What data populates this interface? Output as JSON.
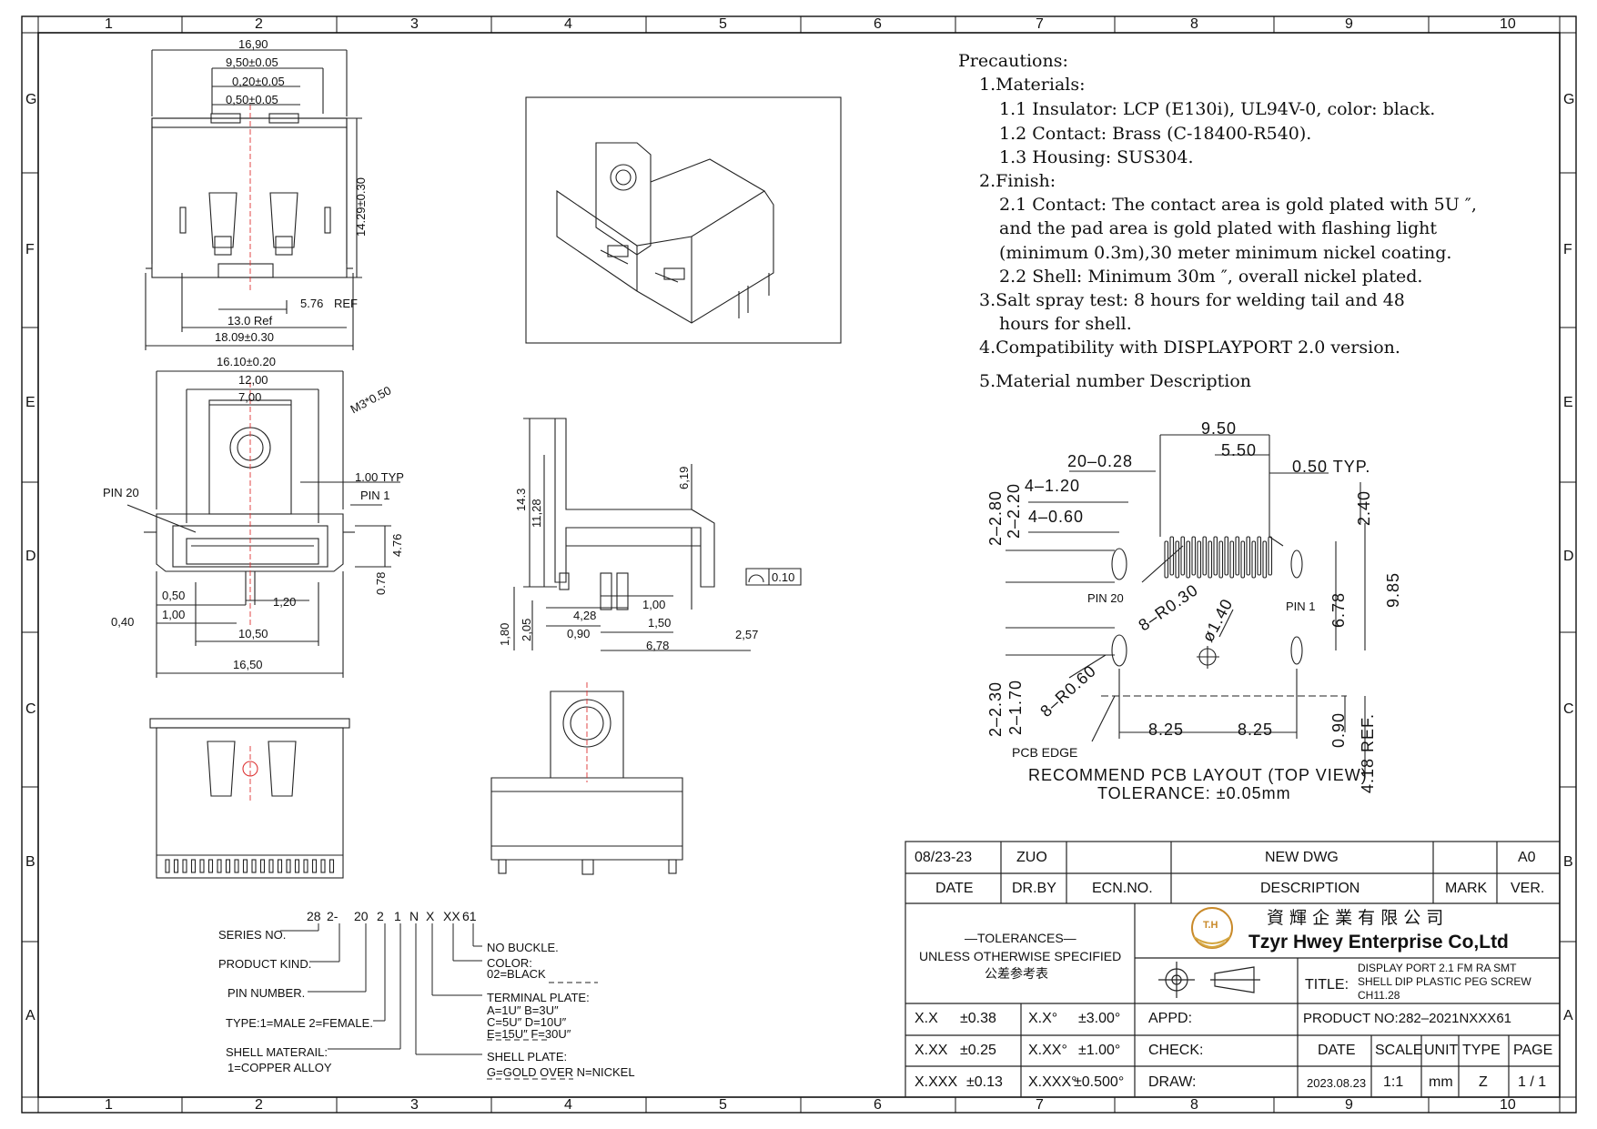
{
  "frame": {
    "columns": [
      "1",
      "2",
      "3",
      "4",
      "5",
      "6",
      "7",
      "8",
      "9",
      "10"
    ],
    "rows": [
      "G",
      "F",
      "E",
      "D",
      "C",
      "B",
      "A"
    ]
  },
  "top_view": {
    "dims": {
      "overall_top": "16,90",
      "pitch_span": "9,50±0.05",
      "contact_width": "0,20±0.05",
      "pitch": "0,50±0.05",
      "height": "14.29±0.30",
      "ref_576": "5.76",
      "ref_576_suffix": "REF",
      "ref_13": "13.0 Ref",
      "width_bottom": "18.09±0.30"
    }
  },
  "front_view": {
    "dims": {
      "w1": "16.10±0.20",
      "w2": "12,00",
      "w3": "7,00",
      "thread": "M3*0.50",
      "pitch_typ": "1.00 TYP",
      "pin20": "PIN 20",
      "pin1": "PIN 1",
      "h476": "4.76",
      "h078": "0.78",
      "d050": "0,50",
      "d100": "1,00",
      "d040": "0,40",
      "d120": "1,20",
      "d1050": "10,50",
      "d1650": "16,50"
    }
  },
  "side_view": {
    "dims": {
      "h143": "14.3",
      "h1128": "11,28",
      "h619": "6,19",
      "flat": "0.10",
      "h180": "1,80",
      "h205": "2,05",
      "d428": "4,28",
      "d090": "0,90",
      "d100": "1,00",
      "d150": "1,50",
      "d678": "6,78",
      "d257": "2,57"
    }
  },
  "precautions": {
    "title": "Precautions:",
    "lines": [
      "1.Materials:",
      "1.1 Insulator: LCP (E130i), UL94V-0, color: black.",
      "1.2 Contact: Brass (C-18400-R540).",
      "1.3 Housing: SUS304.",
      "2.Finish:",
      "2.1 Contact: The contact area is gold plated with 5U ″,",
      "and the pad area is gold plated with flashing light",
      "(minimum 0.3m),30 meter minimum nickel coating.",
      "2.2 Shell: Minimum 30m ″, overall nickel plated.",
      "3.Salt spray test: 8 hours for welding tail and 48",
      "hours for shell.",
      "4.Compatibility with DISPLAYPORT 2.0 version.",
      "5.Material number Description"
    ]
  },
  "pcb_layout": {
    "dims": {
      "d950": "9.50",
      "d550": "5.50",
      "d2028": "20–0.28",
      "d050typ": "0.50 TYP.",
      "d4120": "4–1.20",
      "d4060": "4–0.60",
      "d2280": "2–2.80",
      "d2220": "2–2.20",
      "d240": "2.40",
      "d678": "6.78",
      "d985": "9.85",
      "pin20": "PIN 20",
      "pin1": "PIN 1",
      "r030": "8–R0.30",
      "phi140": "ø1.40",
      "r060": "8–R0.60",
      "d2230": "2–2.30",
      "d2170": "2–1.70",
      "d825a": "8.25",
      "d825b": "8.25",
      "d090": "0.90",
      "d418": "4.18 REF.",
      "pcb_edge": "PCB EDGE",
      "caption1": "RECOMMEND PCB LAYOUT (TOP VIEW)",
      "caption2": "TOLERANCE: ±0.05mm"
    }
  },
  "part_number": {
    "segments": [
      "28",
      "2-",
      "20",
      "2",
      "1",
      "N",
      "X",
      "XX",
      "61"
    ],
    "labels": {
      "series": "SERIES NO.",
      "product": "PRODUCT KIND.",
      "pin": "PIN NUMBER.",
      "type": "TYPE:1=MALE 2=FEMALE.",
      "shell_mat": "SHELL MATERAIL:",
      "shell_mat_val": "1=COPPER ALLOY",
      "no_buckle": "NO BUCKLE.",
      "color": "COLOR:",
      "color_val": "02=BLACK",
      "terminal": "TERMINAL PLATE:",
      "t1": "A=1U″   B=3U″",
      "t2": "C=5U″   D=10U″",
      "t3": "E=15U″  F=30U″",
      "shell_plate": "SHELL PLATE:",
      "shell_plate_val": "G=GOLD  OVER  N=NICKEL"
    }
  },
  "title_block": {
    "rev_date": "08/23-23",
    "rev_by": "ZUO",
    "rev_desc": "NEW  DWG",
    "rev_ver": "A0",
    "h_date": "DATE",
    "h_drby": "DR.BY",
    "h_ecn": "ECN.NO.",
    "h_desc": "DESCRIPTION",
    "h_mark": "MARK",
    "h_ver": "VER.",
    "tol_title": "—TOLERANCES—",
    "tol_sub": "UNLESS  OTHERWISE  SPECIFIED",
    "tol_cn": "公差参考表",
    "company_cn": "資 輝 企 業 有 限 公 司",
    "company_en": "Tzyr Hwey Enterprise Co,Ltd",
    "logo_text": "T.H",
    "title_label": "TITLE:",
    "title_lines": [
      "DISPLAY PORT 2.1 FM RA SMT",
      "SHELL DIP PLASTIC PEG SCREW",
      "CH11.28"
    ],
    "tol_rows": [
      [
        "X.X",
        "±0.38",
        "X.X°",
        "±3.00°"
      ],
      [
        "X.XX",
        "±0.25",
        "X.XX°",
        "±1.00°"
      ],
      [
        "X.XXX",
        "±0.13",
        "X.XXX°",
        "±0.500°"
      ]
    ],
    "appd": "APPD:",
    "check": "CHECK:",
    "draw": "DRAW:",
    "product_no": "PRODUCT NO:282–2021NXXX61",
    "h_date2": "DATE",
    "h_scale": "SCALE",
    "h_unit": "UNIT",
    "h_type": "TYPE",
    "h_page": "PAGE",
    "date_val": "2023.08.23",
    "scale_val": "1:1",
    "unit_val": "mm",
    "type_val": "Z",
    "page_val": "1 / 1"
  }
}
